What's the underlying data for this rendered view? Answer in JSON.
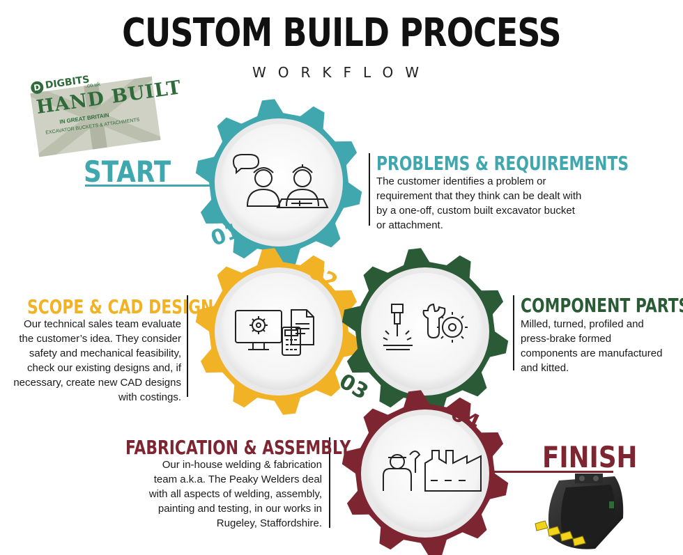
{
  "title": "CUSTOM BUILD PROCESS",
  "subtitle": "WORKFLOW",
  "logo": {
    "brand": "DIGBITS",
    "domain": ".co.uk",
    "main": "HAND BUILT",
    "line2": "IN GREAT BRITAIN",
    "line3": "EXCAVATOR BUCKETS & ATTACHMENTS"
  },
  "start_label": "START",
  "finish_label": "FINISH",
  "steps": [
    {
      "number": "01",
      "heading": "PROBLEMS & REQUIREMENTS",
      "text": "The customer identifies a problem or requirement that they think can be dealt with by a one-off, custom built excavator bucket or attachment.",
      "color": "#3fa7ad",
      "icon": "customer-meeting-icon"
    },
    {
      "number": "02",
      "heading": "SCOPE & CAD DESIGN",
      "text": "Our technical sales team evaluate the customer’s idea. They consider safety and mechanical feasibility, check our existing designs and, if necessary, create new CAD designs with costings.",
      "color": "#f2b226",
      "icon": "cad-computer-icon"
    },
    {
      "number": "03",
      "heading": "COMPONENT PARTS",
      "text": "Milled, turned, profiled and press-brake formed components are manufactured and kitted.",
      "color": "#2a5b36",
      "icon": "machining-tools-icon"
    },
    {
      "number": "04",
      "heading": "FABRICATION & ASSEMBLY",
      "text": "Our in-house welding & fabrication team a.k.a. The Peaky Welders deal with all aspects of welding, assembly, painting and testing, in our works in Rugeley, Staffordshire.",
      "color": "#7e2532",
      "icon": "factory-worker-icon"
    }
  ]
}
